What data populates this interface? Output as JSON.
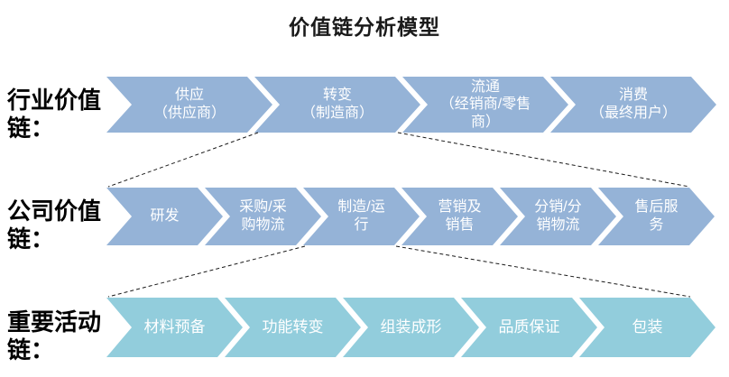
{
  "title": "价值链分析模型",
  "colors": {
    "industry_chain": "#95B3D7",
    "company_chain": "#95B3D7",
    "activity_chain": "#92CDDC",
    "connector_line": "#1a1a1a",
    "chevron_text": "#ffffff"
  },
  "rows": [
    {
      "label": "行业价值\n链：",
      "items": [
        {
          "label": "供应\n（供应商）"
        },
        {
          "label": "转变\n（制造商）"
        },
        {
          "label": "流通\n（经销商/零售\n商）"
        },
        {
          "label": "消费\n（最终用户）"
        }
      ]
    },
    {
      "label": "公司价值\n链：",
      "items": [
        {
          "label": "研发"
        },
        {
          "label": "采购/采\n购物流"
        },
        {
          "label": "制造/运\n行"
        },
        {
          "label": "营销及\n销售"
        },
        {
          "label": "分销/分\n销物流"
        },
        {
          "label": "售后服\n务"
        }
      ]
    },
    {
      "label": "重要活动\n链：",
      "items": [
        {
          "label": "材料预备"
        },
        {
          "label": "功能转变"
        },
        {
          "label": "组装成形"
        },
        {
          "label": "品质保证"
        },
        {
          "label": "包装"
        }
      ]
    }
  ]
}
